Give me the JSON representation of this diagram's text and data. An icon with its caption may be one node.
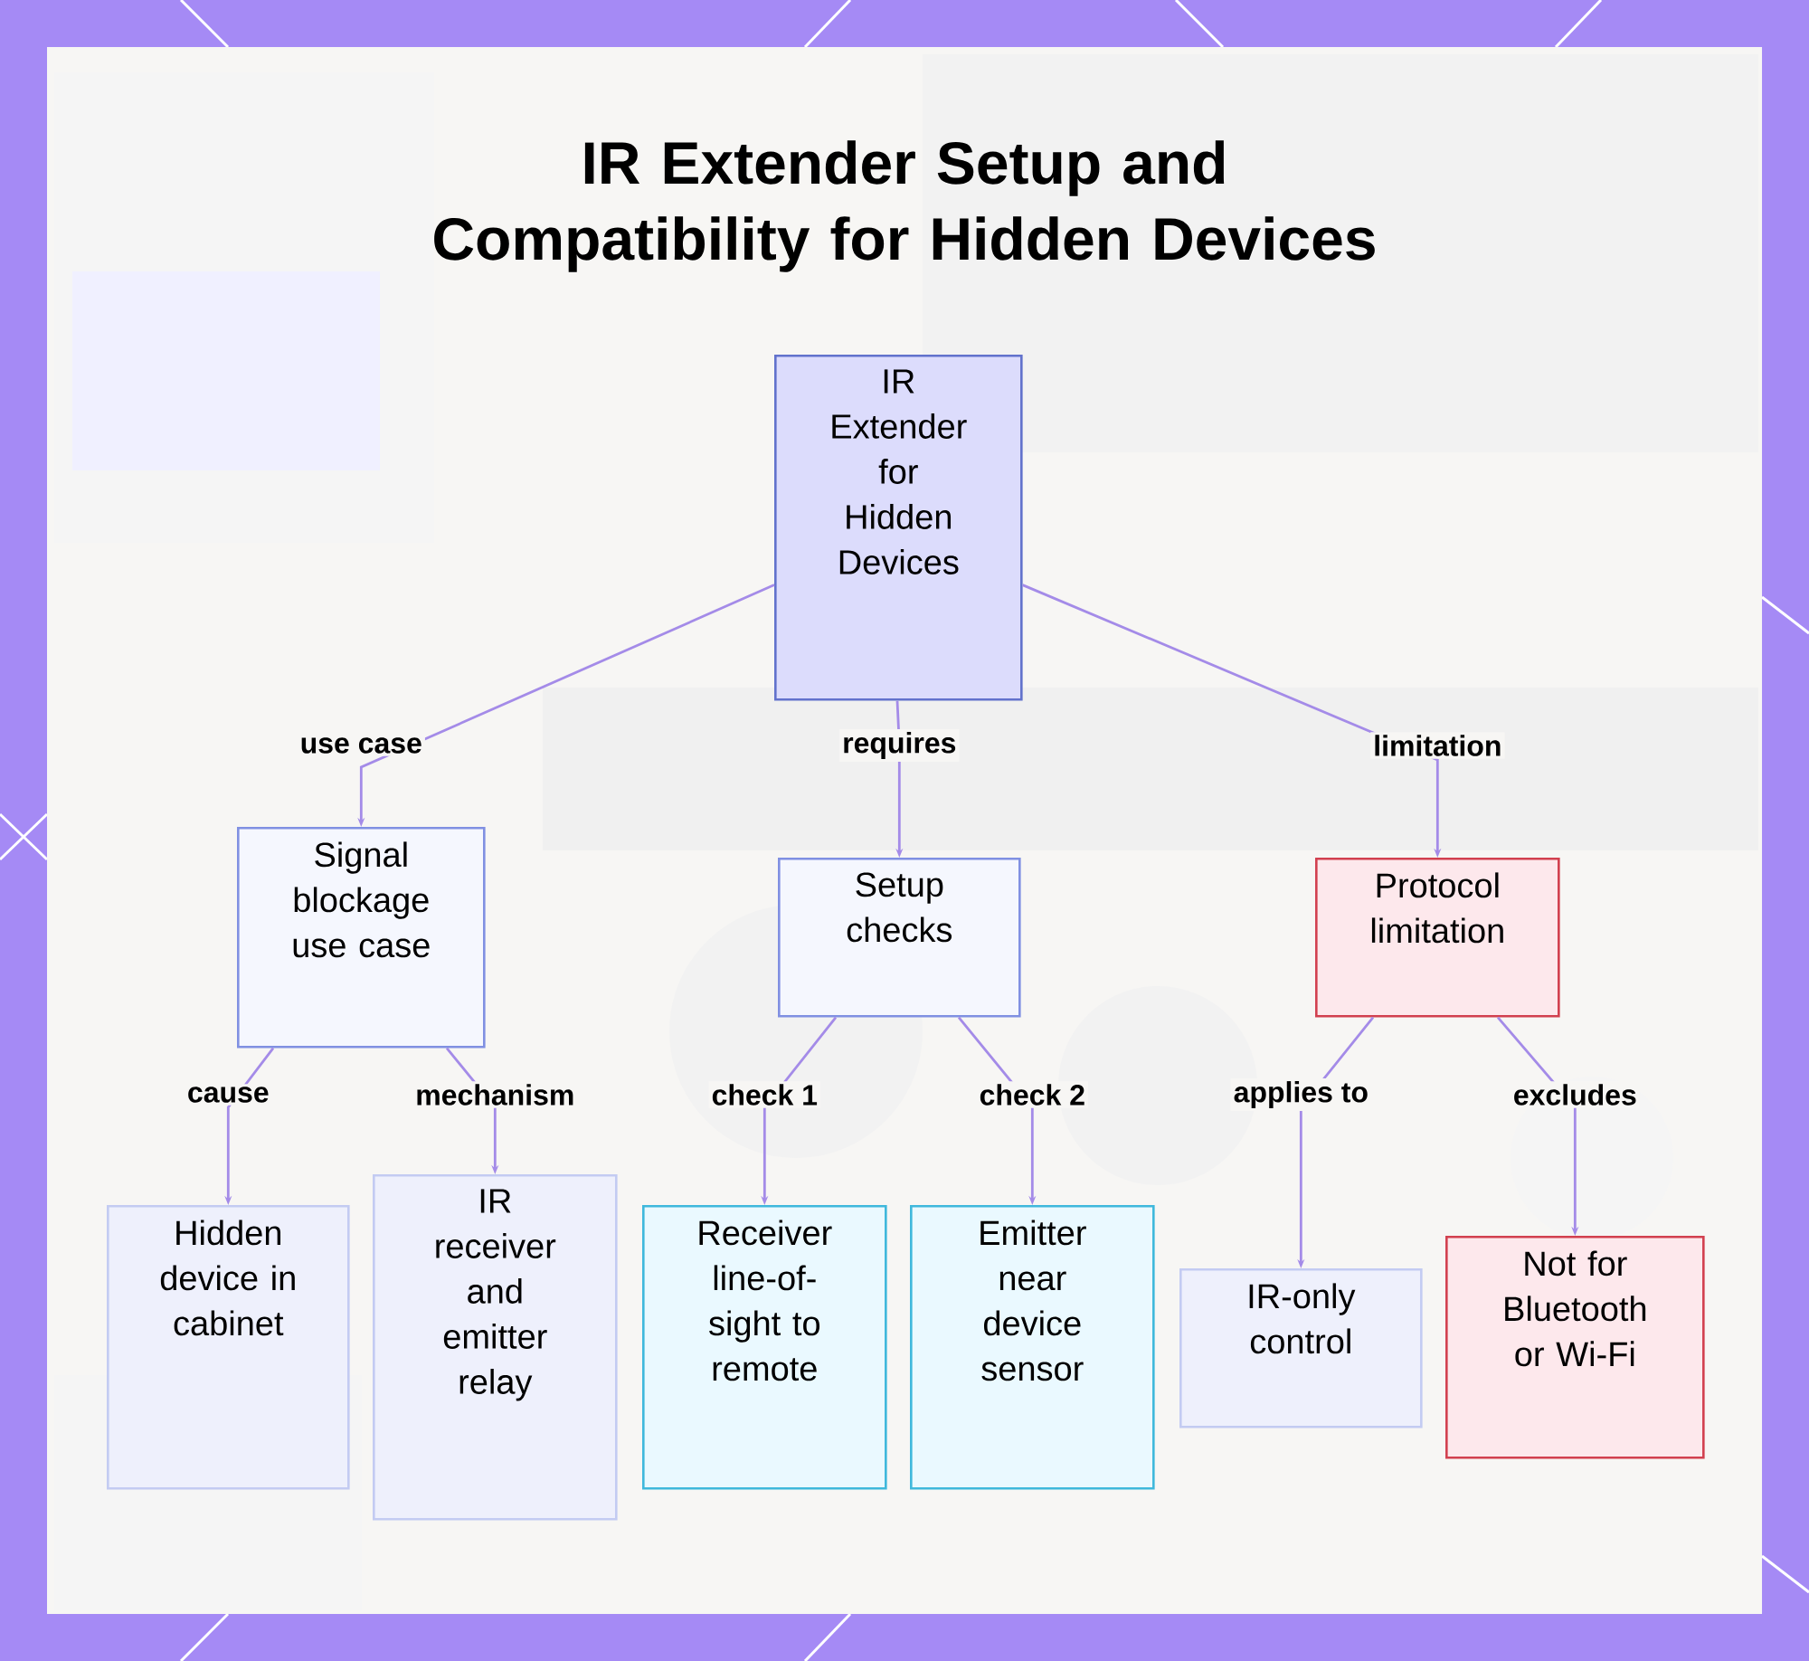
{
  "diagram": {
    "title": "IR Extender Setup and Compatibility for Hidden Devices",
    "nodes": [
      {
        "text": [
          "IR Extender for Hidden Devices"
        ]
      },
      {
        "text": [
          "Signal blockage use case"
        ]
      },
      {
        "text": [
          "Setup checks"
        ]
      },
      {
        "text": [
          "Protocol limitation"
        ]
      },
      {
        "text": [
          "Hidden device in cabinet"
        ]
      },
      {
        "text": [
          "IR receiver and emitter relay"
        ]
      },
      {
        "text": [
          "Receiver line-of-sight to remote"
        ]
      },
      {
        "text": [
          "Emitter near device sensor"
        ]
      },
      {
        "text": [
          "IR-only control"
        ]
      },
      {
        "text": [
          "Not for Bluetooth or Wi-Fi"
        ]
      }
    ],
    "edges": [
      {
        "from": 0,
        "to": 1,
        "arrow": "to",
        "label": "use case"
      },
      {
        "from": 0,
        "to": 2,
        "arrow": "to",
        "label": "requires"
      },
      {
        "from": 0,
        "to": 3,
        "arrow": "to",
        "label": "limitation"
      },
      {
        "from": 1,
        "to": 4,
        "arrow": "to",
        "label": "cause"
      },
      {
        "from": 1,
        "to": 5,
        "arrow": "to",
        "label": "mechanism"
      },
      {
        "from": 2,
        "to": 6,
        "arrow": "to",
        "label": "check 1"
      },
      {
        "from": 2,
        "to": 7,
        "arrow": "to",
        "label": "check 2"
      },
      {
        "from": 3,
        "to": 8,
        "arrow": "to",
        "label": "applies to"
      },
      {
        "from": 3,
        "to": 9,
        "arrow": "to",
        "label": "excludes"
      }
    ]
  }
}
